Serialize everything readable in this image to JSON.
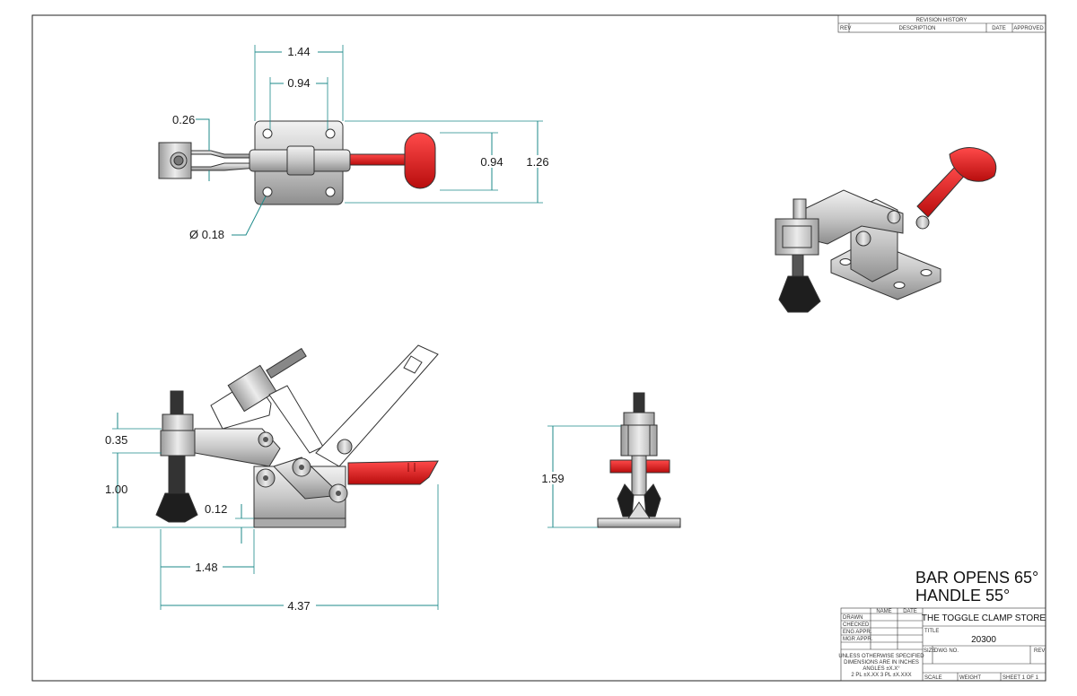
{
  "title_block": {
    "revision_history": "REVISION HISTORY",
    "rev_col": "REV",
    "desc_col": "DESCRIPTION",
    "date_col": "DATE",
    "approved_col": "APPROVED",
    "name_col": "NAME",
    "date_col2": "DATE",
    "rows": [
      "DRAWN",
      "CHECKED",
      "ENG APPR.",
      "MGR APPR."
    ],
    "company": "THE TOGGLE CLAMP STORE",
    "title_label": "TITLE",
    "part_number": "20300",
    "size_label": "SIZE",
    "dwg_label": "DWG NO.",
    "rev_label": "REV",
    "scale_label": "SCALE",
    "weight_label": "WEIGHT",
    "sheet_label": "SHEET 1 OF 1",
    "tolerance_1": "UNLESS OTHERWISE SPECIFIED",
    "tolerance_2": "DIMENSIONS ARE IN INCHES",
    "tolerance_3": "ANGLES ±X.X°",
    "tolerance_4": "2 PL ±X.XX  3 PL ±X.XXX"
  },
  "notes": {
    "bar_opens": "BAR OPENS 65°",
    "handle": "HANDLE 55°"
  },
  "dimensions": {
    "d144": "1.44",
    "d094_top": "0.94",
    "d026": "0.26",
    "d094_side": "0.94",
    "d126": "1.26",
    "d018": "Ø 0.18",
    "d035": "0.35",
    "d100": "1.00",
    "d012": "0.12",
    "d148": "1.48",
    "d437": "4.37",
    "d159": "1.59"
  },
  "colors": {
    "handle_red": "#e31b1b",
    "dimension_teal": "#1c8a8a",
    "metal_gray": "#c8c8c8",
    "rubber_black": "#1e1e1e"
  }
}
